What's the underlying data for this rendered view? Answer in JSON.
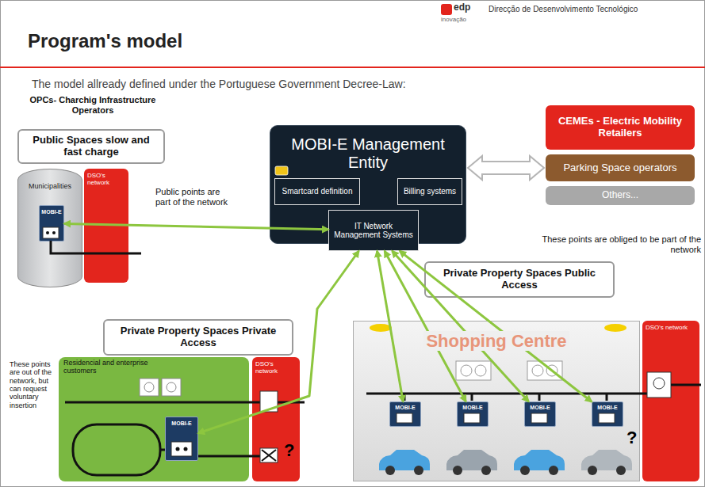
{
  "diagram": {
    "title": "Program's model",
    "nodes": [
      {
        "text": [
          "MOBI-E Management Entity"
        ]
      },
      {
        "text": [
          "Smartcard definition"
        ],
        "in": 0
      },
      {
        "text": [
          "Billing systems"
        ],
        "in": 0
      },
      {
        "text": [
          "IT Network Management Systems"
        ],
        "in": 0
      },
      {
        "text": [
          "CEMEs - Electric Mobility Retailers"
        ]
      },
      {
        "text": [
          "Parking Space operators"
        ]
      },
      {
        "text": [
          "Others..."
        ]
      },
      {
        "text": [
          "Public Spaces slow and fast charge"
        ]
      },
      {
        "text": [
          "Municipalities"
        ]
      },
      {
        "text": [
          "MOBI-E"
        ],
        "in": 8
      },
      {
        "text": [
          "DSO's network"
        ]
      },
      {
        "text": [
          "Private Property Spaces Private Access"
        ]
      },
      {
        "text": [
          "Residencial and enterprise customers"
        ]
      },
      {
        "text": [
          "MOBI-E"
        ],
        "in": 12
      },
      {
        "text": [
          "DSO's network"
        ]
      },
      {
        "text": [
          "Private Property Spaces Public Access"
        ]
      },
      {
        "text": [
          "Shopping Centre"
        ]
      },
      {
        "text": [
          "MOBI-E"
        ],
        "in": 16
      },
      {
        "text": [
          "MOBI-E"
        ],
        "in": 16
      },
      {
        "text": [
          "MOBI-E"
        ],
        "in": 16
      },
      {
        "text": [
          "MOBI-E"
        ],
        "in": 16
      },
      {
        "text": [
          "DSO's network"
        ]
      }
    ],
    "edges": [
      {
        "from": 3,
        "to": 9,
        "arrow": "both"
      },
      {
        "from": 3,
        "to": 13,
        "arrow": "both"
      },
      {
        "from": 3,
        "to": 17,
        "arrow": "both"
      },
      {
        "from": 3,
        "to": 18,
        "arrow": "both"
      },
      {
        "from": 3,
        "to": 19,
        "arrow": "both"
      },
      {
        "from": 3,
        "to": 20,
        "arrow": "both"
      },
      {
        "from": 0,
        "to": 5,
        "arrow": "both"
      }
    ],
    "labels": [
      "edp",
      "inovação",
      "Direcção de Desenvolvimento Tecnológico",
      "The model allready defined under the Portuguese Government Decree-Law:",
      "OPCs- Charchig Infrastructure Operators",
      "Public points are part of the network",
      "These points are obliged to be part of the network",
      "These points are out of the network, but can request voluntary insertion",
      "?",
      "?"
    ]
  }
}
